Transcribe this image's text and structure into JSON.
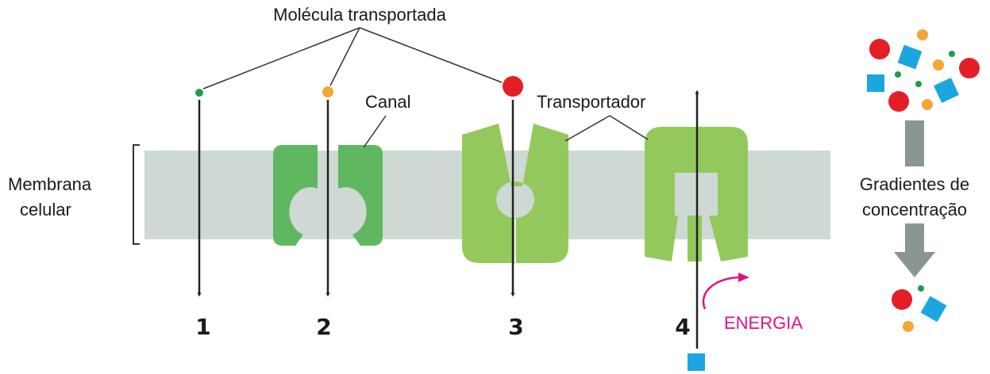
{
  "labels": {
    "transported_molecule": "Molécula transportada",
    "channel": "Canal",
    "transporter": "Transportador",
    "membrane_line1": "Membrana",
    "membrane_line2": "celular",
    "gradient_line1": "Gradientes de",
    "gradient_line2": "concentração",
    "energy": "ENERGIA"
  },
  "numbers": [
    "1",
    "2",
    "3",
    "4"
  ],
  "colors": {
    "membrane": "#cfd9d4",
    "channel": "#5fb85f",
    "transporter": "#93c95c",
    "arrow": "#222222",
    "green_dot": "#1f9c4a",
    "orange_dot": "#f2a833",
    "red_dot": "#e41e26",
    "blue_square": "#1ba6e0",
    "gradient_arrow": "#8a9690",
    "energy": "#d9148a"
  },
  "icons": [
    "membrane-bracket-icon",
    "gradient-down-arrow-icon",
    "energy-curved-arrow-icon"
  ]
}
